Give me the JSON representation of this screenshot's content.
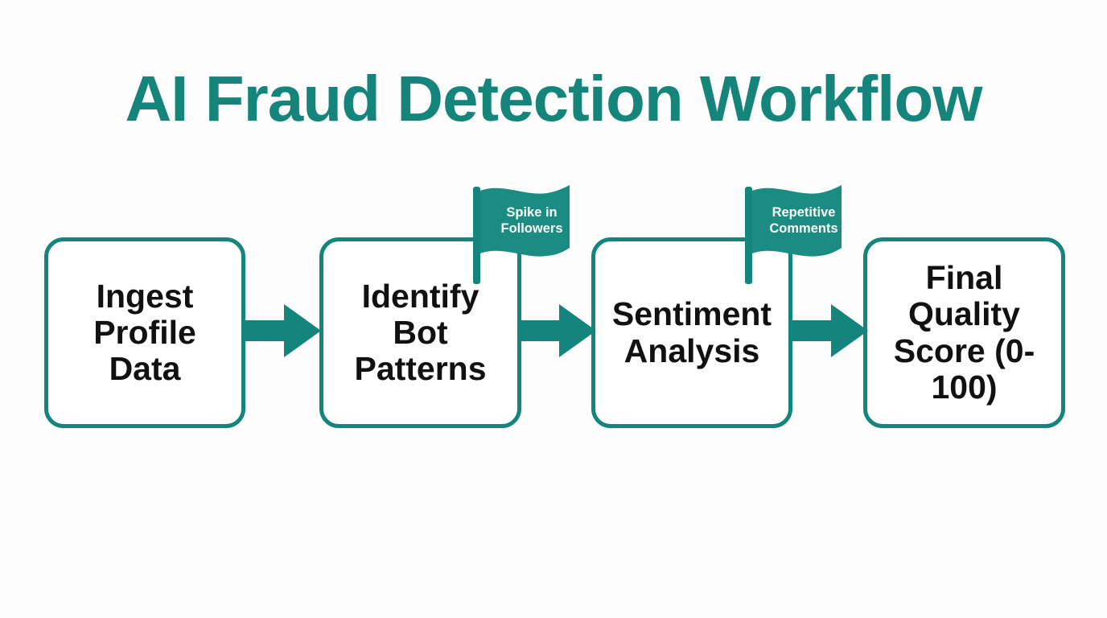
{
  "page": {
    "title": "AI Fraud Detection Workflow",
    "background_color": "#fdfdfd",
    "accent_color": "#14857C",
    "title_color": "#15857C",
    "text_color": "#111111"
  },
  "diagram": {
    "type": "flowchart",
    "direction": "left-to-right",
    "nodes": [
      {
        "id": "node-1",
        "label": "Ingest Profile Data"
      },
      {
        "id": "node-2",
        "label": "Identify Bot Patterns"
      },
      {
        "id": "node-3",
        "label": "Sentiment Analysis"
      },
      {
        "id": "node-4",
        "label": "Final Quality Score (0-100)"
      }
    ],
    "arrows": [
      {
        "id": "arrow-1",
        "from": "node-1",
        "to": "node-2"
      },
      {
        "id": "arrow-2",
        "from": "node-2",
        "to": "node-3"
      },
      {
        "id": "arrow-3",
        "from": "node-3",
        "to": "node-4"
      }
    ],
    "flags": [
      {
        "id": "flag-1",
        "label": "Spike in Followers",
        "attached_to": "node-2"
      },
      {
        "id": "flag-2",
        "label": "Repetitive Comments",
        "attached_to": "node-3"
      }
    ]
  }
}
